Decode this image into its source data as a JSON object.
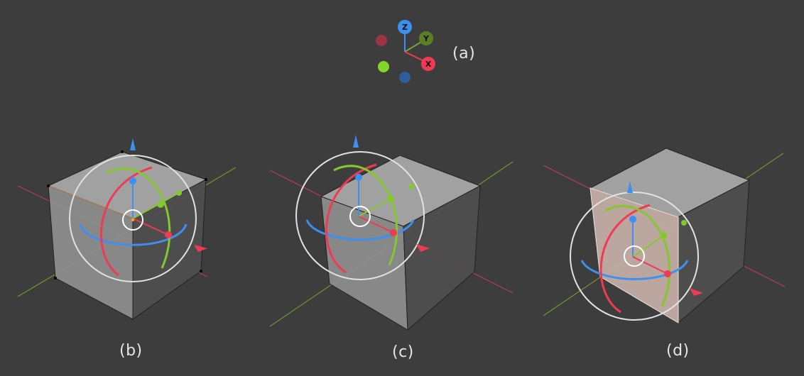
{
  "captions": {
    "a": "(a)",
    "b": "(b)",
    "c": "(c)",
    "d": "(d)"
  },
  "navigation_gizmo": {
    "x_label": "X",
    "y_label": "Y",
    "z_label": "Z"
  },
  "colors": {
    "background": "#3d3d3d",
    "x_axis": "#f03a53",
    "y_axis": "#86c62e",
    "z_axis": "#3d8ff2",
    "x_axis_negative": "#9c3446",
    "y_axis_negative": "#86d62a",
    "z_axis_negative": "#2e5d9a",
    "gizmo_ring": "#e2e2e2",
    "cube_top": "#a9a9a9",
    "cube_left": "#8e8e8e",
    "cube_right": "#4f4e4e"
  },
  "icons": {
    "x_arrow": "scale-cone-icon",
    "z_arrow": "scale-cone-icon",
    "center": "pivot-circle-icon"
  }
}
